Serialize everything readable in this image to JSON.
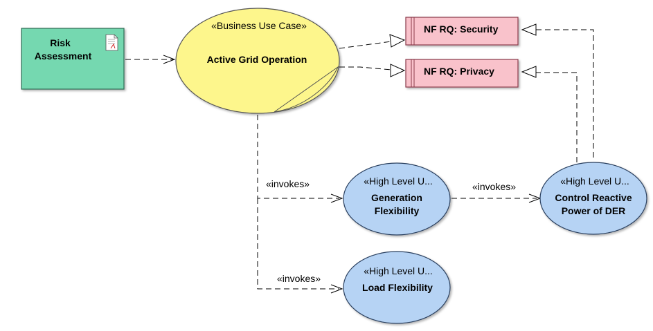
{
  "diagram": {
    "risk_assessment": {
      "line1": "Risk",
      "line2": "Assessment"
    },
    "active_grid": {
      "stereotype": "«Business Use Case»",
      "name": "Active Grid Operation"
    },
    "nf_security": {
      "name": "NF RQ: Security"
    },
    "nf_privacy": {
      "name": "NF RQ: Privacy"
    },
    "generation_flex": {
      "stereotype": "«High Level U...",
      "line1": "Generation",
      "line2": "Flexibility"
    },
    "control_reactive": {
      "stereotype": "«High Level U...",
      "line1": "Control Reactive",
      "line2": "Power of DER"
    },
    "load_flex": {
      "stereotype": "«High Level U...",
      "name": "Load Flexibility"
    },
    "invokes_gen": "«invokes»",
    "invokes_ctrl": "«invokes»",
    "invokes_load": "«invokes»"
  },
  "colors": {
    "artifact_fill": "#74d8b0",
    "business_usecase_fill": "#fdf68c",
    "requirement_fill": "#f9c2cb",
    "usecase_fill": "#b6d3f4"
  }
}
